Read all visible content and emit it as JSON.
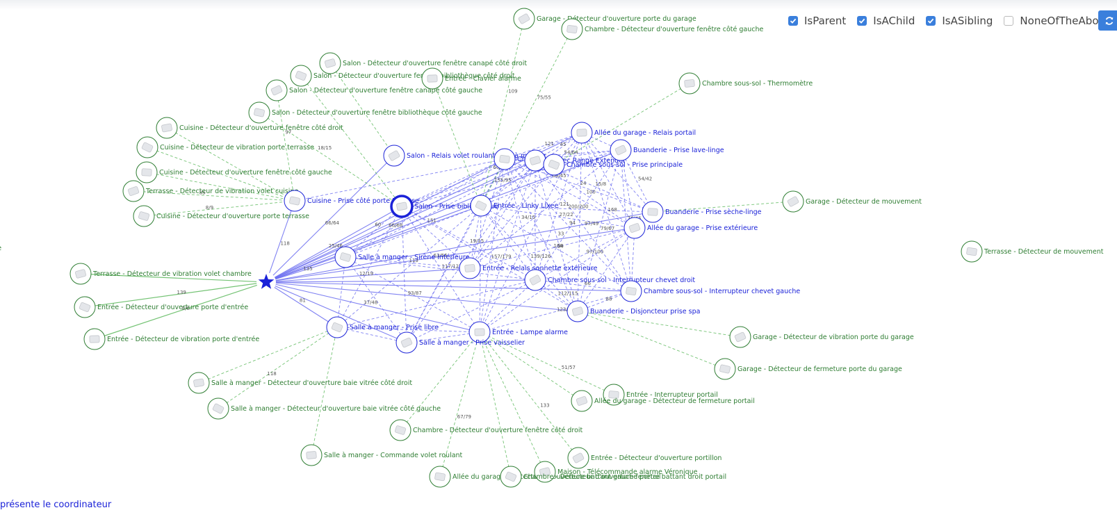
{
  "filters": [
    {
      "label": "IsParent",
      "checked": true
    },
    {
      "label": "IsAChild",
      "checked": true
    },
    {
      "label": "IsASibling",
      "checked": true
    },
    {
      "label": "NoneOfTheAbove",
      "checked": false
    }
  ],
  "legend": "eprésente le coordinateur",
  "left_edge_text": "e",
  "colors": {
    "router": "#1b22d8",
    "enddevice": "#2e7d32",
    "router_edge": "#6a6cf0",
    "enddevice_edge": "#5cb85c",
    "accent": "#3a7fdc"
  },
  "coordinator": {
    "name": "Coordinator",
    "icon": "star-icon"
  },
  "routers": [
    {
      "name": "Salon - Relais volet roulant salle à manger"
    },
    {
      "name": "Chambre"
    },
    {
      "name": "Aeotec Range Extender"
    },
    {
      "name": "Chambre sous-sol - Prise principale"
    },
    {
      "name": "Allée du garage - Relais portail"
    },
    {
      "name": "Buanderie - Prise lave-linge"
    },
    {
      "name": "Cuisine - Prise côté porte terrasse"
    },
    {
      "name": "Salon - Prise bibliothèque"
    },
    {
      "name": "Entrée - Linky Lixee"
    },
    {
      "name": "Buanderie - Prise sèche-linge"
    },
    {
      "name": "Allée du garage - Prise extérieure"
    },
    {
      "name": "Salle à manger - Sirène intérieure"
    },
    {
      "name": "Entrée - Relais sonnette extérieure"
    },
    {
      "name": "Chambre sous-sol - Interrupteur chevet droit"
    },
    {
      "name": "Chambre sous-sol - Interrupteur chevet gauche"
    },
    {
      "name": "Buanderie - Disjoncteur prise spa"
    },
    {
      "name": "Salle à manger - Prise libre"
    },
    {
      "name": "Entrée - Lampe alarme"
    },
    {
      "name": "Salle à manger - Prise vaisselier"
    }
  ],
  "end_devices": [
    {
      "name": "Garage - Détecteur d'ouverture porte du garage"
    },
    {
      "name": "Chambre - Détecteur d'ouverture fenêtre côté gauche"
    },
    {
      "name": "Salon - Détecteur d'ouverture fenêtre canapé côté droit"
    },
    {
      "name": "Salon - Détecteur d'ouverture fenêtre bibliothèque côté droit"
    },
    {
      "name": "Entrée - Clavier alarme"
    },
    {
      "name": "Salon - Détecteur d'ouverture fenêtre canapé côté gauche"
    },
    {
      "name": "Salon - Détecteur d'ouverture fenêtre bibliothèque côté gauche"
    },
    {
      "name": "Cuisine - Détecteur d'ouverture fenêtre côté droit"
    },
    {
      "name": "Cuisine - Détecteur de vibration porte terrasse"
    },
    {
      "name": "Cuisine - Détecteur d'ouverture fenêtre côté gauche"
    },
    {
      "name": "Terrasse - Détecteur de vibration volet cuisine"
    },
    {
      "name": "Cuisine - Détecteur d'ouverture porte terrasse"
    },
    {
      "name": "Chambre sous-sol - Thermomètre"
    },
    {
      "name": "Garage - Détecteur de mouvement"
    },
    {
      "name": "Terrasse - Détecteur de mouvement"
    },
    {
      "name": "Terrasse - Détecteur de vibration volet chambre"
    },
    {
      "name": "Entrée - Détecteur d'ouverture porte d'entrée"
    },
    {
      "name": "Entrée - Détecteur de vibration porte d'entrée"
    },
    {
      "name": "Garage - Détecteur de vibration porte du garage"
    },
    {
      "name": "Garage - Détecteur de fermeture porte du garage"
    },
    {
      "name": "Salle à manger - Détecteur d'ouverture baie vitrée côté droit"
    },
    {
      "name": "Salle à manger - Détecteur d'ouverture baie vitrée côté gauche"
    },
    {
      "name": "Entrée - Interrupteur portail"
    },
    {
      "name": "Allée du garage - Détecteur de fermeture portail"
    },
    {
      "name": "Chambre - Détecteur d'ouverture fenêtre côté droit"
    },
    {
      "name": "Salle à manger - Commande volet roulant"
    },
    {
      "name": "Entrée - Détecteur d'ouverture portillon"
    },
    {
      "name": "Allée du garage - Détecteur d'ouverture battant gauche portail"
    },
    {
      "name": "Maison - Télécommande alarme Véronique"
    },
    {
      "name": "Chambre - Détecteur d'ouverture fenêtre battant droit portail"
    }
  ],
  "edge_labels": [
    "66/64",
    "151",
    "63/55",
    "93/87",
    "75/68",
    "155/95",
    "34/15",
    "8/15",
    "15/8",
    "97/49",
    "60/7",
    "121",
    "66/45",
    "76/45",
    "19/15",
    "200/200",
    "54",
    "106",
    "113",
    "66",
    "88",
    "109",
    "97",
    "85",
    "139",
    "118",
    "133",
    "60",
    "118",
    "135",
    "81",
    "121",
    "24",
    "94",
    "45",
    "100",
    "33",
    "168",
    "168",
    "54/42",
    "79/67",
    "157/179",
    "27/22",
    "139/126",
    "97/100",
    "117/127",
    "112/115",
    "123/116",
    "75/55",
    "18/15",
    "8/9",
    "0/6",
    "51/57",
    "67/79",
    "66/68",
    "25/46",
    "12/19",
    "37/48",
    "54/64"
  ]
}
